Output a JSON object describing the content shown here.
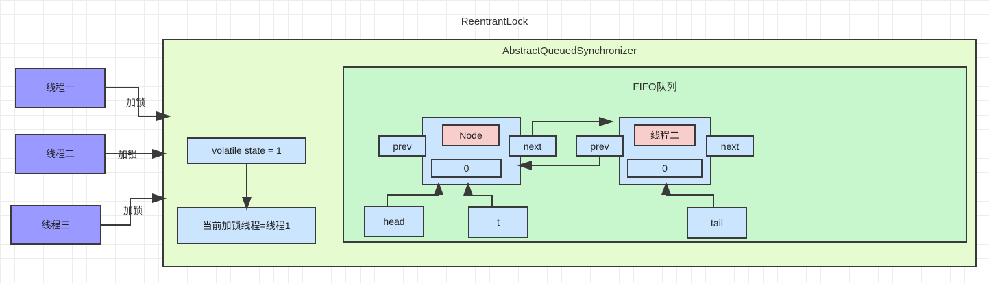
{
  "diagram": {
    "outer_title": "ReentrantLock",
    "aqs_title": "AbstractQueuedSynchronizer",
    "fifo_title": "FIFO队列",
    "colors": {
      "thread_box": "#9999ff",
      "aqs_container": "#e6fbcf",
      "fifo_container": "#c9f7cd",
      "blue_box": "#cce5ff",
      "pink_box": "#f8cecc",
      "stroke": "#3a3a3a",
      "grid": "#ededed"
    }
  },
  "threads": [
    {
      "label": "线程一",
      "action": "加锁"
    },
    {
      "label": "线程二",
      "action": "加锁"
    },
    {
      "label": "线程三",
      "action": "加锁"
    }
  ],
  "state": {
    "volatile_state": "volatile state = 1",
    "owner": "当前加锁线程=线程1"
  },
  "queue": {
    "nodes": [
      {
        "prev": "prev",
        "next": "next",
        "label": "Node",
        "waitstatus": "0"
      },
      {
        "prev": "prev",
        "next": "next",
        "label": "线程二",
        "waitstatus": "0"
      }
    ],
    "pointers": [
      {
        "name": "head"
      },
      {
        "name": "t"
      },
      {
        "name": "tail"
      }
    ]
  }
}
